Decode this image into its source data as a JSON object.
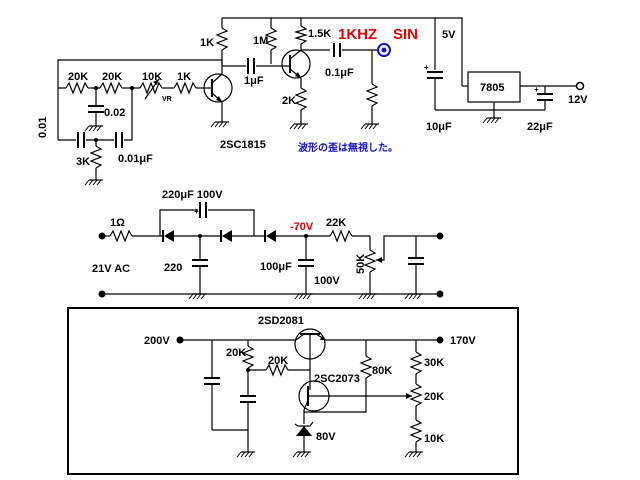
{
  "osc": {
    "r_1k_top": "1K",
    "r_1m": "1M",
    "r_1k5": "1.5K",
    "freq_label": "1KHZ",
    "wave_label": "SIN",
    "r_20k_a": "20K",
    "r_20k_b": "20K",
    "vr_10k": "10K",
    "vr_tag": "VR",
    "r_1k_base": "1K",
    "c_1uf": "1μF",
    "c_01uf_out": "0.1μF",
    "r_2k": "2K",
    "c_002": "0.02",
    "c_001": "0.01",
    "r_3k": "3K",
    "c_001uf": "0.01μF",
    "transistor": "2SC1815",
    "note": "波形の歪は無視した。"
  },
  "reg": {
    "v5": "5V",
    "ic": "7805",
    "v12": "12V",
    "c_in": "10μF",
    "c_out": "22μF"
  },
  "psu": {
    "c_220_100v": "220μF  100V",
    "r_1ohm": "1Ω",
    "v_in": "21V AC",
    "c_220": "220",
    "v_neg70": "-70V",
    "r_22k": "22K",
    "vr_50k": "50K",
    "c_100uf": "100μF",
    "c_100v": "100V"
  },
  "hv": {
    "q1": "2SD2081",
    "v_in": "200V",
    "v_out": "170V",
    "r_20k_top": "20K",
    "r_20k_mid": "20K",
    "q2": "2SC2073",
    "r_80k": "80K",
    "r_30k": "30K",
    "r_20k_div": "20K",
    "r_10k": "10K",
    "zener": "80V"
  }
}
